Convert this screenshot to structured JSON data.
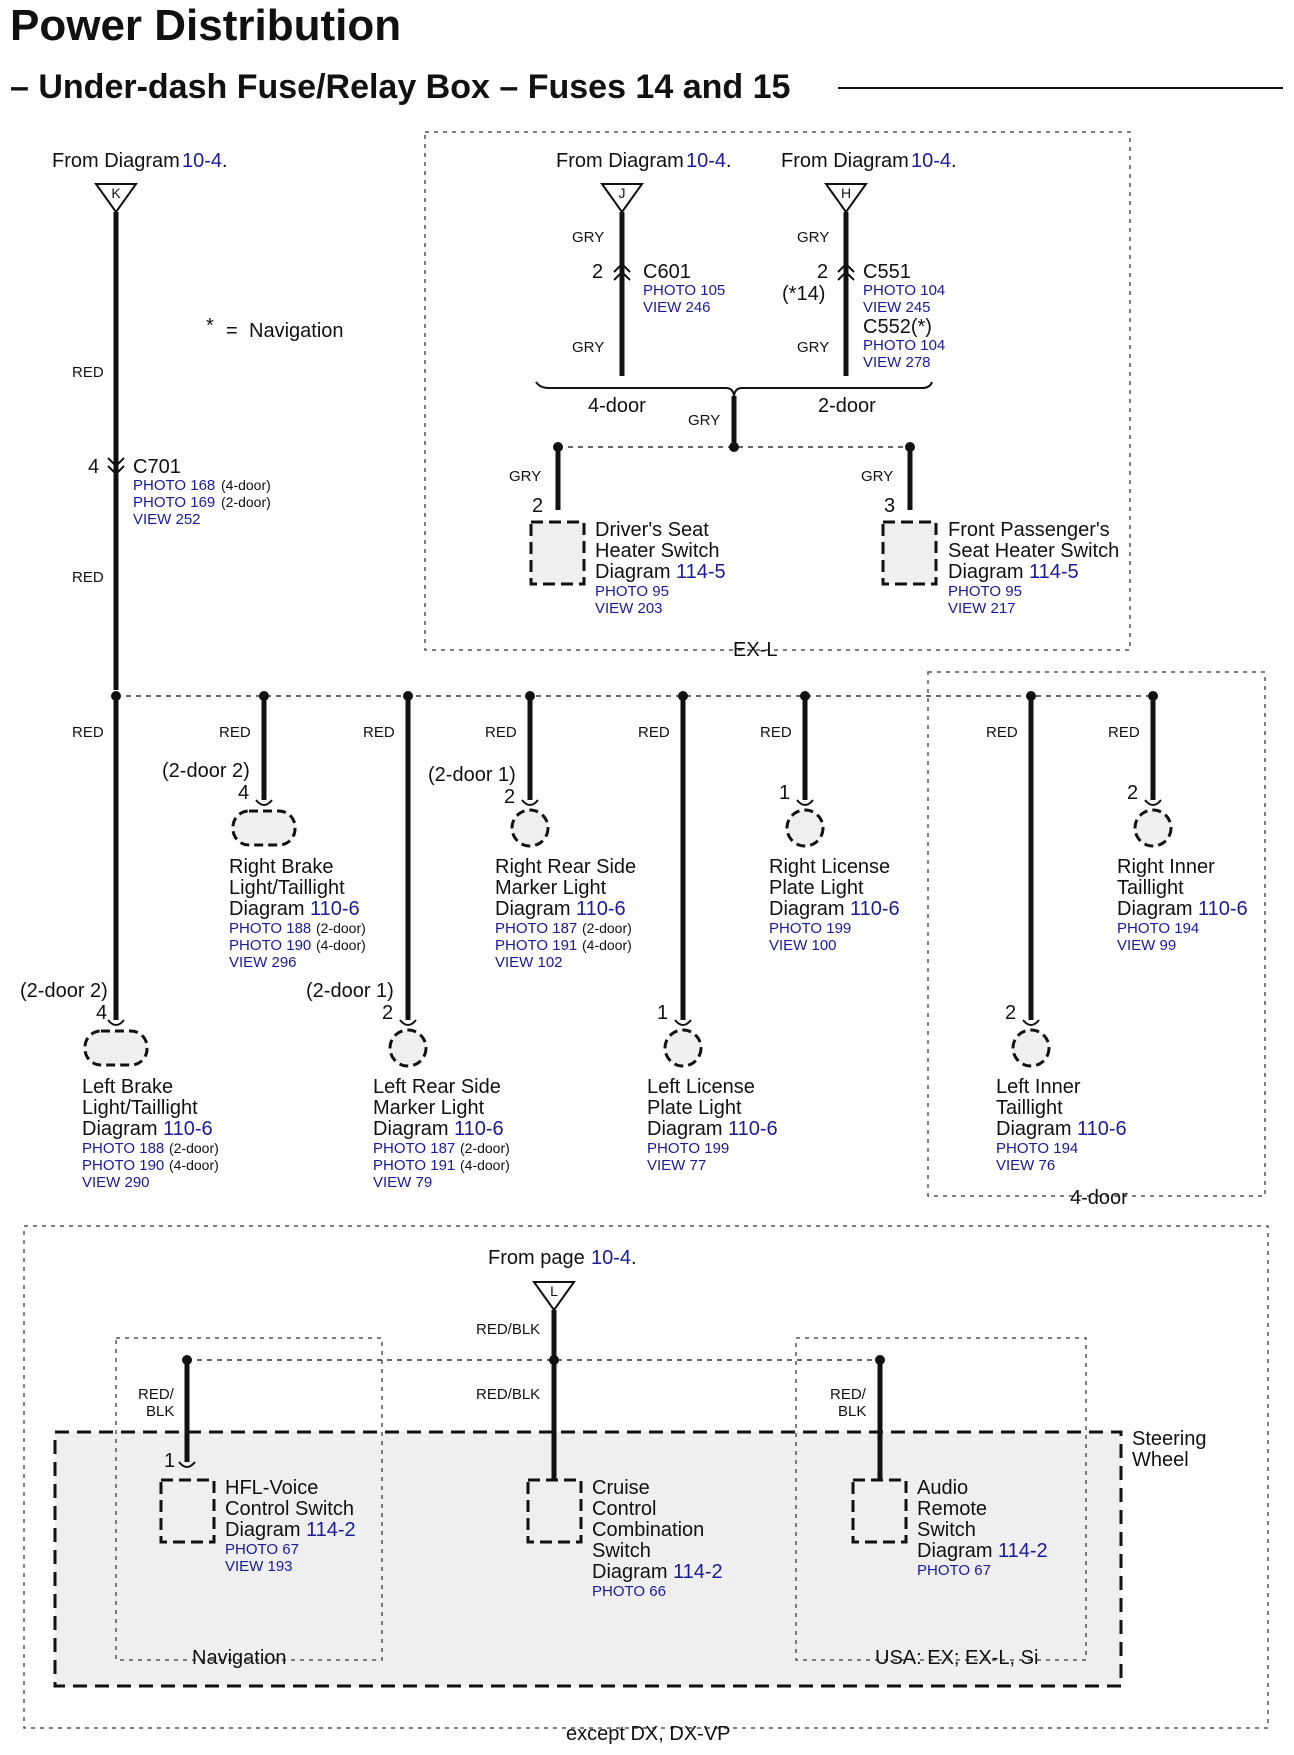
{
  "header": {
    "title": "Power Distribution",
    "subtitle": "– Under-dash Fuse/Relay Box – Fuses 14 and 15"
  },
  "legend": {
    "star": "*",
    "eq": "=",
    "text": "Navigation"
  },
  "sources": {
    "k": {
      "label": "From Diagram",
      "ref": "10-4",
      "dot": ".",
      "letter": "K"
    },
    "j": {
      "label": "From Diagram",
      "ref": "10-4",
      "dot": ".",
      "letter": "J"
    },
    "h": {
      "label": "From Diagram",
      "ref": "10-4",
      "dot": ".",
      "letter": "H"
    },
    "l": {
      "label": "From page",
      "ref": "10-4",
      "dot": ".",
      "letter": "L"
    }
  },
  "wires": {
    "red": "RED",
    "gry": "GRY",
    "redblk": "RED/BLK",
    "redblk_a": "RED/",
    "redblk_b": "BLK"
  },
  "connectors": {
    "c701": {
      "pin": "4",
      "name": "C701",
      "photo1": "PHOTO 168",
      "photo1_note": "(4-door)",
      "photo2": "PHOTO 169",
      "photo2_note": "(2-door)",
      "view": "VIEW 252"
    },
    "c601": {
      "pin": "2",
      "name": "C601",
      "photo": "PHOTO 105",
      "view": "VIEW 246"
    },
    "c551": {
      "pin": "2",
      "note": "(*14)",
      "name": "C551",
      "photo": "PHOTO 104",
      "view": "VIEW 245",
      "name2": "C552(*)",
      "photo2": "PHOTO 104",
      "view2": "VIEW 278"
    }
  },
  "splits": {
    "four_door": "4-door",
    "two_door": "2-door"
  },
  "regions": {
    "exl": "EX-L",
    "four_door": "4-door",
    "except": "except DX, DX-VP",
    "steering": [
      "Steering",
      "Wheel"
    ],
    "navigation": "Navigation",
    "usa": "USA: EX; EX-L, Si"
  },
  "seat_switches": {
    "driver": {
      "pin": "2",
      "lines": [
        "Driver's Seat",
        "Heater Switch"
      ],
      "diag_label": "Diagram",
      "diag": "114-5",
      "photo": "PHOTO 95",
      "view": "VIEW 203"
    },
    "passenger": {
      "pin": "3",
      "lines": [
        "Front Passenger's",
        "Seat Heater Switch"
      ],
      "diag_label": "Diagram",
      "diag": "114-5",
      "photo": "PHOTO 95",
      "view": "VIEW 217"
    }
  },
  "lights": {
    "left_brake": {
      "cond": "(2-door 2)",
      "pin": "4",
      "lines": [
        "Left Brake",
        "Light/Taillight"
      ],
      "diag_label": "Diagram",
      "diag": "110-6",
      "photo1": "PHOTO 188",
      "photo1_note": "(2-door)",
      "photo2": "PHOTO 190",
      "photo2_note": "(4-door)",
      "view": "VIEW 290"
    },
    "right_brake": {
      "cond": "(2-door 2)",
      "pin": "4",
      "lines": [
        "Right Brake",
        "Light/Taillight"
      ],
      "diag_label": "Diagram",
      "diag": "110-6",
      "photo1": "PHOTO 188",
      "photo1_note": "(2-door)",
      "photo2": "PHOTO 190",
      "photo2_note": "(4-door)",
      "view": "VIEW 296"
    },
    "left_side": {
      "cond": "(2-door 1)",
      "pin": "2",
      "lines": [
        "Left Rear Side",
        "Marker Light"
      ],
      "diag_label": "Diagram",
      "diag": "110-6",
      "photo1": "PHOTO 187",
      "photo1_note": "(2-door)",
      "photo2": "PHOTO 191",
      "photo2_note": "(4-door)",
      "view": "VIEW 79"
    },
    "right_side": {
      "cond": "(2-door 1)",
      "pin": "2",
      "lines": [
        "Right Rear Side",
        "Marker Light"
      ],
      "diag_label": "Diagram",
      "diag": "110-6",
      "photo1": "PHOTO 187",
      "photo1_note": "(2-door)",
      "photo2": "PHOTO 191",
      "photo2_note": "(4-door)",
      "view": "VIEW 102"
    },
    "left_license": {
      "pin": "1",
      "lines": [
        "Left License",
        "Plate Light"
      ],
      "diag_label": "Diagram",
      "diag": "110-6",
      "photo": "PHOTO 199",
      "view": "VIEW 77"
    },
    "right_license": {
      "pin": "1",
      "lines": [
        "Right License",
        "Plate Light"
      ],
      "diag_label": "Diagram",
      "diag": "110-6",
      "photo": "PHOTO 199",
      "view": "VIEW 100"
    },
    "left_inner": {
      "pin": "2",
      "lines": [
        "Left Inner",
        "Taillight"
      ],
      "diag_label": "Diagram",
      "diag": "110-6",
      "photo": "PHOTO 194",
      "view": "VIEW 76"
    },
    "right_inner": {
      "pin": "2",
      "lines": [
        "Right Inner",
        "Taillight"
      ],
      "diag_label": "Diagram",
      "diag": "110-6",
      "photo": "PHOTO 194",
      "view": "VIEW 99"
    }
  },
  "steering_switches": {
    "hfl": {
      "pin": "1",
      "lines": [
        "HFL-Voice",
        "Control Switch"
      ],
      "diag_label": "Diagram",
      "diag": "114-2",
      "photo": "PHOTO 67",
      "view": "VIEW 193"
    },
    "cruise": {
      "lines": [
        "Cruise",
        "Control",
        "Combination",
        "Switch"
      ],
      "diag_label": "Diagram",
      "diag": "114-2",
      "photo": "PHOTO 66"
    },
    "audio": {
      "lines": [
        "Audio",
        "Remote",
        "Switch"
      ],
      "diag_label": "Diagram",
      "diag": "114-2",
      "photo": "PHOTO 67"
    }
  }
}
